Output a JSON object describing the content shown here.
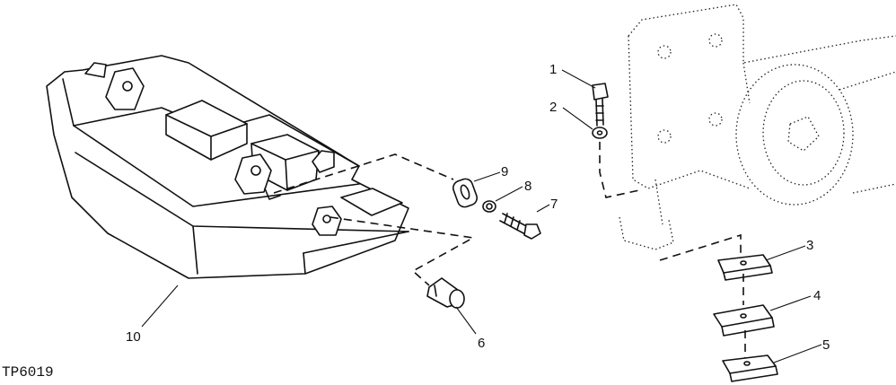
{
  "figure_id": "TP6019",
  "callouts": [
    "1",
    "2",
    "3",
    "4",
    "5",
    "6",
    "7",
    "8",
    "9",
    "10"
  ]
}
